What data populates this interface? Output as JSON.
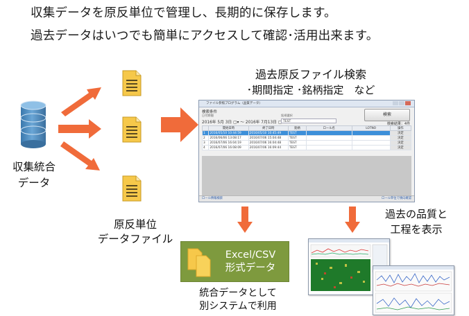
{
  "headline": {
    "line1": "収集データを原反単位で管理し、長期的に保存します。",
    "line2": "過去データはいつでも簡単にアクセスして確認･活用出来ます。"
  },
  "database": {
    "label_line1": "収集統合",
    "label_line2": "データ"
  },
  "roll_files": {
    "label_line1": "原反単位",
    "label_line2": "データファイル"
  },
  "search": {
    "title": "過去原反ファイル検索",
    "subtitle": "･期間指定 ･銘柄指定　など"
  },
  "search_window": {
    "title": "ファイル参照プログラム（品質データ）",
    "condition_header": "検索条件",
    "period_label": "日付期間",
    "brand_label": "銘柄選択",
    "date_range": "2016年  5月  3日  ▢▾  〜  2016年  7月13日  ▢▾",
    "brand_value": "TEST",
    "search_button": "検索",
    "result_count": "検索結果：4件",
    "columns": [
      "",
      "開始日時",
      "終了日時",
      "銘柄",
      "ロール名",
      "LOTNO",
      "操作"
    ],
    "rows": [
      {
        "no": "1",
        "start": "2016/05/10 10:44:59",
        "end": "2016/05/10 10:45:49",
        "brand": "TEST",
        "roll": "",
        "lot": "",
        "action": "決定"
      },
      {
        "no": "2",
        "start": "2016/06/06 13:08:17",
        "end": "2016/07/06 15:04:48",
        "brand": "TEST",
        "roll": "",
        "lot": "",
        "action": "決定"
      },
      {
        "no": "3",
        "start": "2016/07/06 16:04:19",
        "end": "2016/07/06 16:04:48",
        "brand": "TEST",
        "roll": "",
        "lot": "",
        "action": "決定"
      },
      {
        "no": "4",
        "start": "2016/07/06 16:08:09",
        "end": "2016/07/06 16:09:44",
        "brand": "TEST",
        "roll": "",
        "lot": "",
        "action": "決定"
      }
    ],
    "status_left": "ロール情報検索",
    "status_right": "ロール単位で傾向確認"
  },
  "excel": {
    "line1": "Excel/CSV",
    "line2": "形式データ"
  },
  "excel_caption": {
    "line1": "統合データとして",
    "line2": "別システムで利用"
  },
  "quality": {
    "line1": "過去の品質と",
    "line2": "工程を表示"
  },
  "colors": {
    "arrow": "#f06b3a",
    "database": "#4a89bd",
    "excel_box": "#7e9a3e",
    "doc_icon": "#f6c84a"
  }
}
